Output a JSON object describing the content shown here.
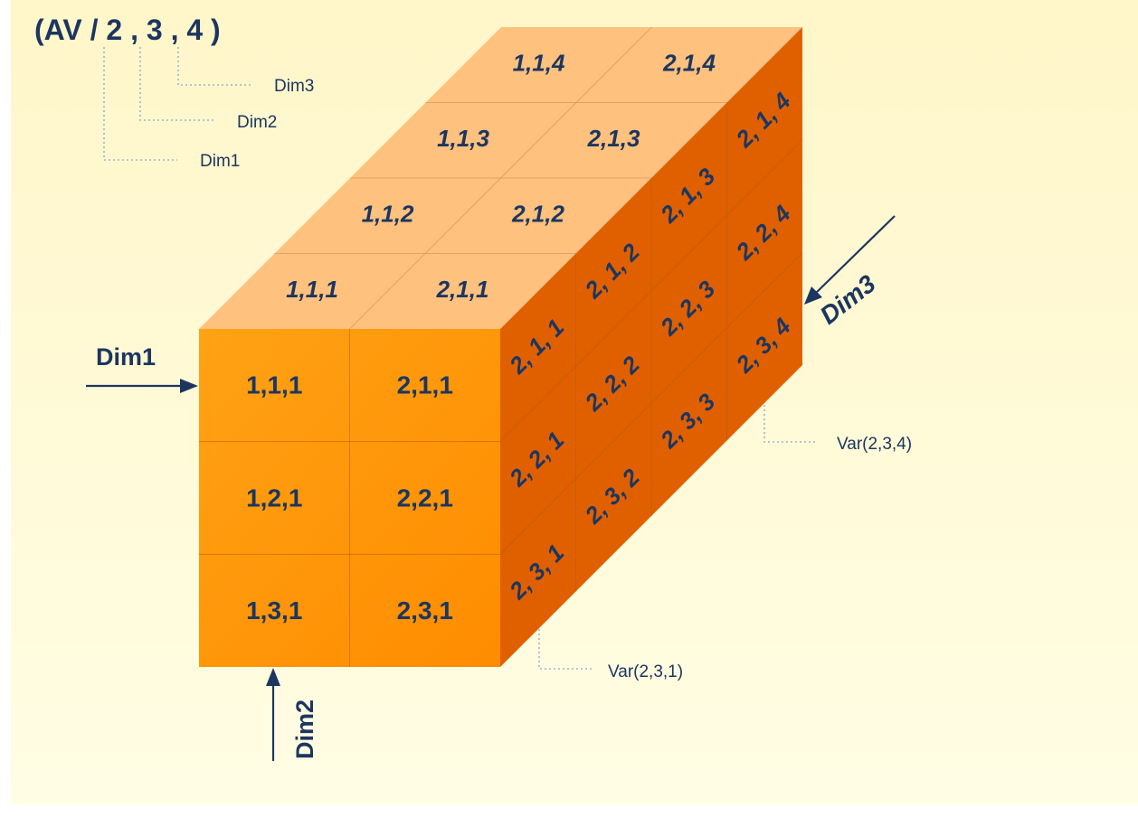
{
  "notation": {
    "text": "(AV / 2 , 3 , 4 )",
    "labels": [
      "Dim3",
      "Dim2",
      "Dim1"
    ]
  },
  "front_cells": [
    [
      "1,1,1",
      "2,1,1"
    ],
    [
      "1,2,1",
      "2,2,1"
    ],
    [
      "1,3,1",
      "2,3,1"
    ]
  ],
  "top_cells": [
    [
      "1,1,1",
      "2,1,1"
    ],
    [
      "1,1,2",
      "2,1,2"
    ],
    [
      "1,1,3",
      "2,1,3"
    ],
    [
      "1,1,4",
      "2,1,4"
    ]
  ],
  "side_cells": [
    [
      "2, 1, 1",
      "2, 1, 2",
      "2, 1, 3",
      "2, 1, 4"
    ],
    [
      "2, 2, 1",
      "2, 2, 2",
      "2, 2, 3",
      "2, 2, 4"
    ],
    [
      "2, 3, 1",
      "2, 3, 2",
      "2, 3, 3",
      "2, 3, 4"
    ]
  ],
  "arrows": {
    "dim1": "Dim1",
    "dim2": "Dim2",
    "dim3": "Dim3"
  },
  "callouts": {
    "var_234": "Var(2,3,4)",
    "var_231": "Var(2,3,1)"
  },
  "colors": {
    "background_top": "#fff6c9",
    "background_bottom": "#fffde4",
    "front_face": "#ff9500",
    "top_face": "#ffc17e",
    "side_face": "#e06000",
    "text": "#1c3660"
  }
}
